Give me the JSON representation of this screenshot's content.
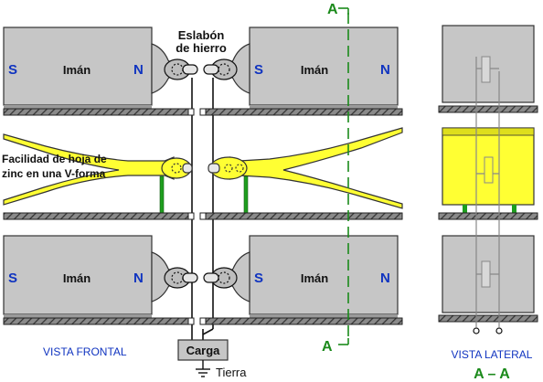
{
  "labels": {
    "eslabon_line1": "Eslabón",
    "eslabon_line2": "de hierro",
    "iman": "Imán",
    "pole_s": "S",
    "pole_n": "N",
    "zinc_line1": "Facilidad de hoja de",
    "zinc_line2": "zinc en una V-forma",
    "carga": "Carga",
    "tierra": "Tierra",
    "vista_frontal": "VISTA FRONTAL",
    "vista_lateral": "VISTA LATERAL",
    "section_a": "A",
    "section_aa": "A – A"
  },
  "colors": {
    "magnet_fill": "#c6c6c6",
    "zinc_fill": "#ffff33",
    "green_post": "#1e9e1e",
    "section_line": "#1b8a1b",
    "pole_blue": "#1034c0",
    "label_blue": "#1034c0"
  }
}
